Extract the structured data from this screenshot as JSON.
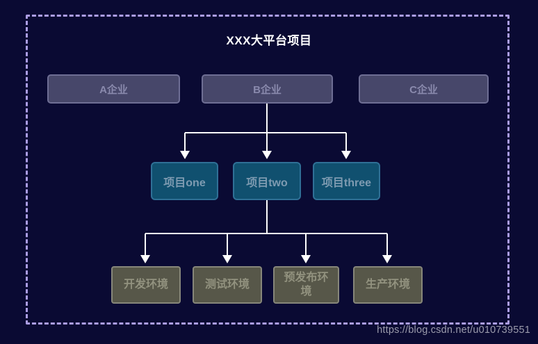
{
  "page": {
    "title": "XXX大平台项目",
    "watermark": "https://blog.csdn.net/u010739551"
  },
  "nodes": {
    "companies": [
      {
        "label": "A企业"
      },
      {
        "label": "B企业"
      },
      {
        "label": "C企业"
      }
    ],
    "projects": [
      {
        "label": "项目one"
      },
      {
        "label": "项目two"
      },
      {
        "label": "项目three"
      }
    ],
    "environments": [
      {
        "label": "开发环境"
      },
      {
        "label": "测试环境"
      },
      {
        "label": "预发布环境"
      },
      {
        "label": "生产环境"
      }
    ]
  },
  "colors": {
    "background": "#0a0a33",
    "frame-dash": "#ab9de4",
    "title-text": "#ffffff",
    "company-fill": "#47476a",
    "company-border": "#6e6e94",
    "company-text": "#8a8aad",
    "project-fill": "#10506f",
    "project-border": "#2f7096",
    "project-text": "#7e9bb1",
    "env-fill": "#575749",
    "env-border": "#87877a",
    "env-text": "#92927f",
    "connector": "#ffffff",
    "watermark-text": "#9b9bac"
  }
}
